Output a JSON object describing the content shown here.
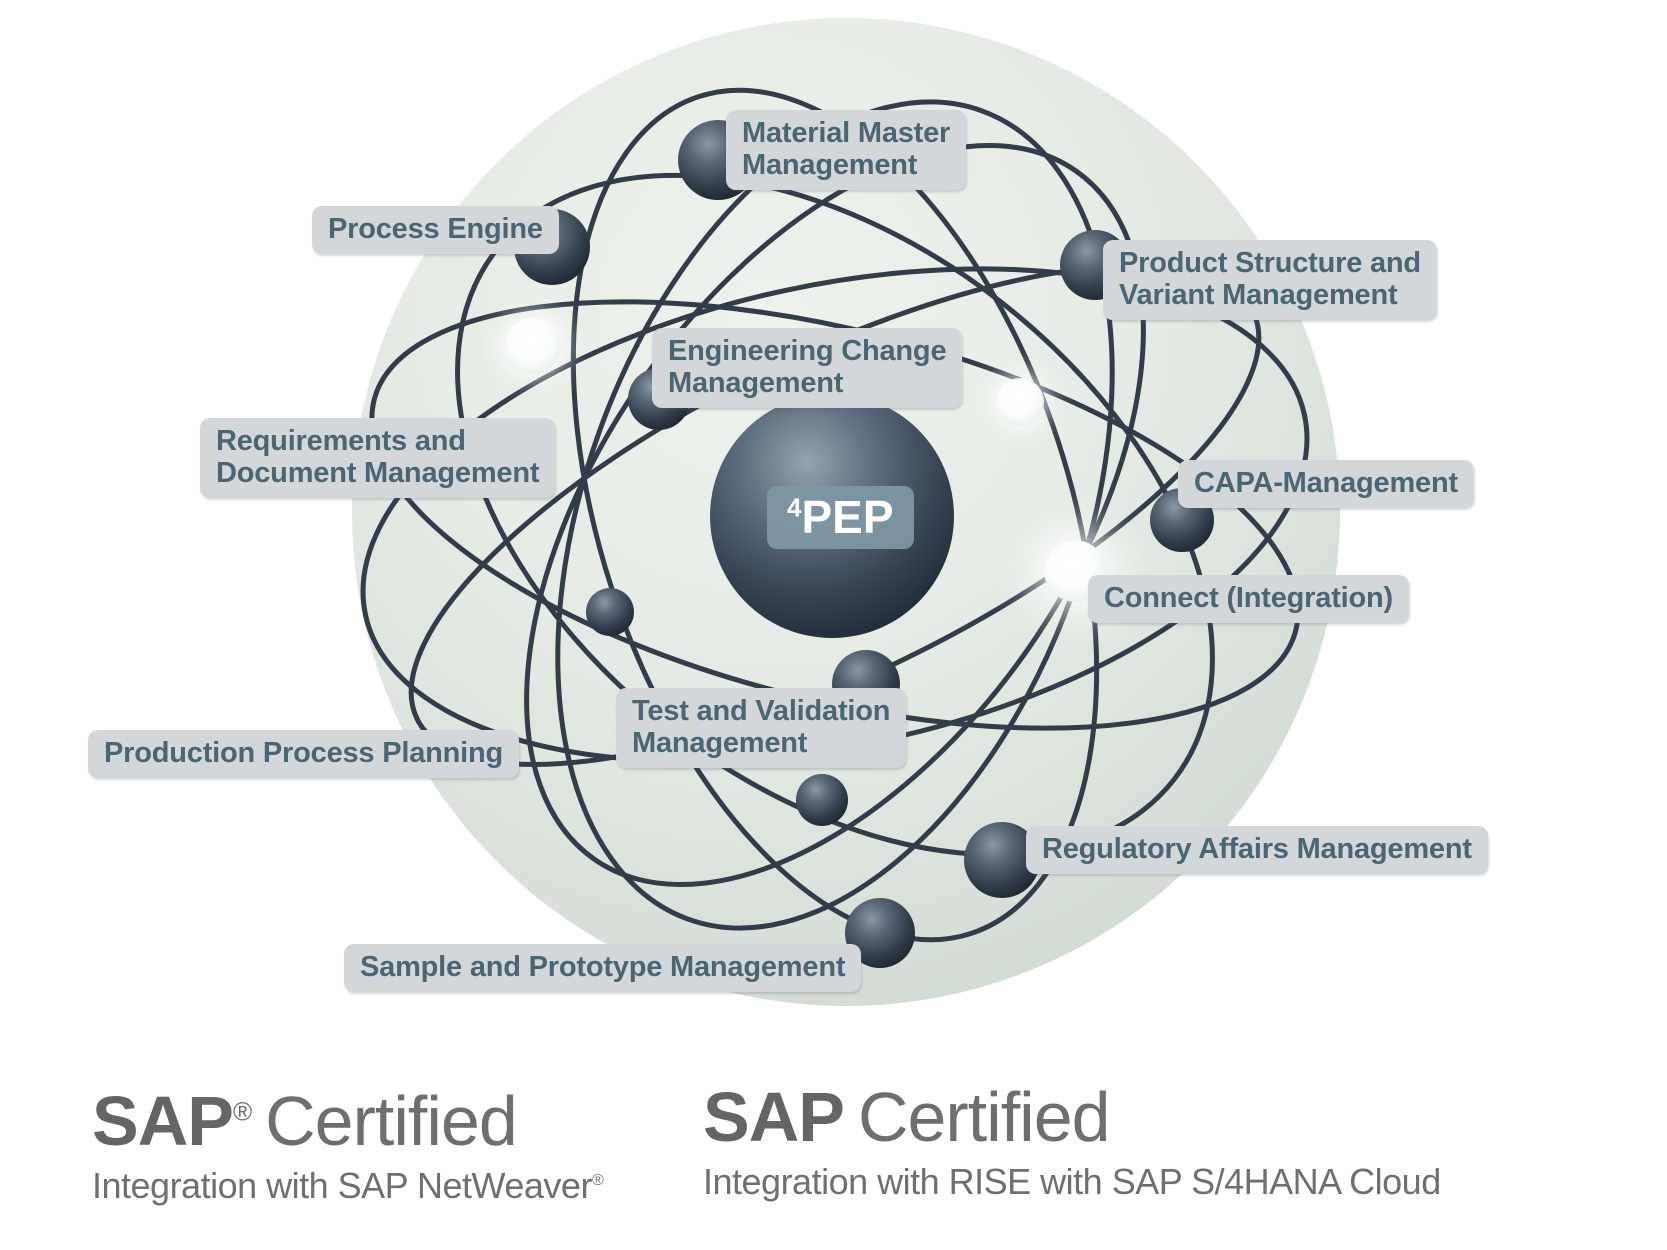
{
  "diagram": {
    "center": {
      "sup": "4",
      "name": "PEP"
    },
    "labels": [
      {
        "id": "material-master-management",
        "line1": "Material Master",
        "line2": "Management"
      },
      {
        "id": "process-engine",
        "line1": "Process Engine"
      },
      {
        "id": "product-structure-and-variant-management",
        "line1": "Product Structure and",
        "line2": "Variant Management"
      },
      {
        "id": "engineering-change-management",
        "line1": "Engineering Change",
        "line2": "Management"
      },
      {
        "id": "requirements-and-document-management",
        "line1": "Requirements and",
        "line2": "Document Management"
      },
      {
        "id": "capa-management",
        "line1": "CAPA-Management"
      },
      {
        "id": "connect-integration",
        "line1": "Connect (Integration)"
      },
      {
        "id": "production-process-planning",
        "line1": "Production Process Planning"
      },
      {
        "id": "test-and-validation-management",
        "line1": "Test and Validation",
        "line2": "Management"
      },
      {
        "id": "regulatory-affairs-management",
        "line1": "Regulatory Affairs Management"
      },
      {
        "id": "sample-and-prototype-management",
        "line1": "Sample and Prototype Management"
      }
    ]
  },
  "footer": {
    "left": {
      "brand": "SAP",
      "reg": "®",
      "word": "Certified",
      "subtitle": "Integration with SAP NetWeaver",
      "subtitle_reg": "®"
    },
    "right": {
      "brand": "SAP",
      "word": "Certified",
      "subtitle": "Integration with RISE with SAP S/4HANA Cloud"
    }
  },
  "colors": {
    "label_background": "#d3d7da",
    "label_text": "#4c6573",
    "badge_background": "#7e96a4",
    "badge_text": "#ffffff",
    "orbit_line": "#333d4a",
    "background_sphere": "#e3e9e3",
    "sap_gray": "#6a6a6a"
  }
}
